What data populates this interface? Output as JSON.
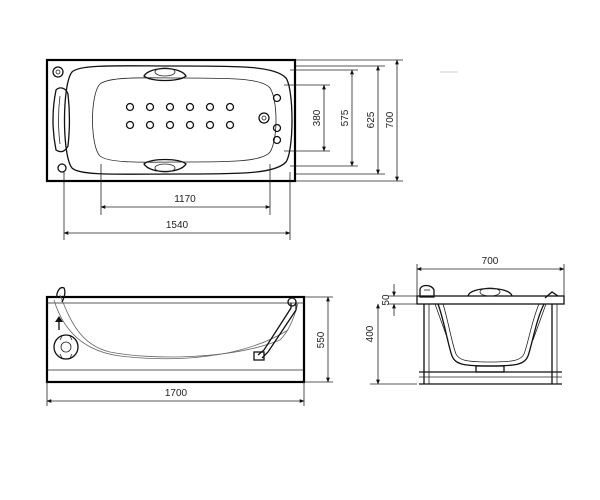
{
  "top_view": {
    "length_inner": "1170",
    "length_outer": "1540",
    "width_a": "380",
    "width_b": "575",
    "width_c": "625",
    "width_d": "700"
  },
  "side_view": {
    "length": "1700",
    "height": "550"
  },
  "end_view": {
    "width": "700",
    "rim": "50",
    "depth": "400"
  },
  "icons": {
    "pillow": "headrest-pillow-icon",
    "jets": "massage-jet-icon",
    "control": "control-panel-icon",
    "drain": "drain-icon"
  }
}
